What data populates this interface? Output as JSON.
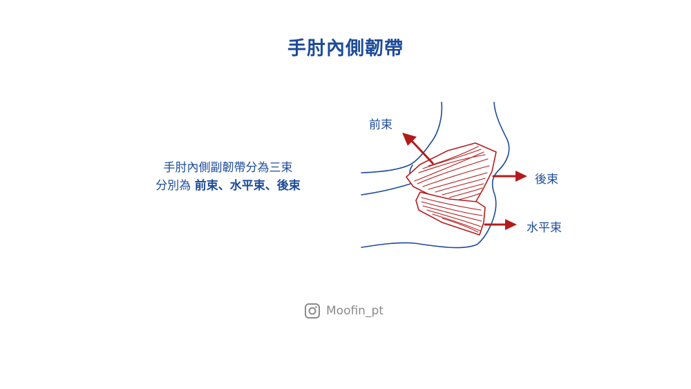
{
  "title": "手肘內側韌帶",
  "description": {
    "line1": "手肘內側副韌帶分為三束",
    "line2_prefix": "分別為 ",
    "line2_bold": "前束、水平束、後束"
  },
  "labels": {
    "anterior": "前束",
    "posterior": "後束",
    "transverse": "水平束"
  },
  "watermark": {
    "icon": "instagram-icon",
    "handle": "Moofin_pt"
  },
  "colors": {
    "title": "#1c4a99",
    "outline": "#1c4a99",
    "ligament": "#b31b1b",
    "watermark": "#8a8a8a"
  }
}
